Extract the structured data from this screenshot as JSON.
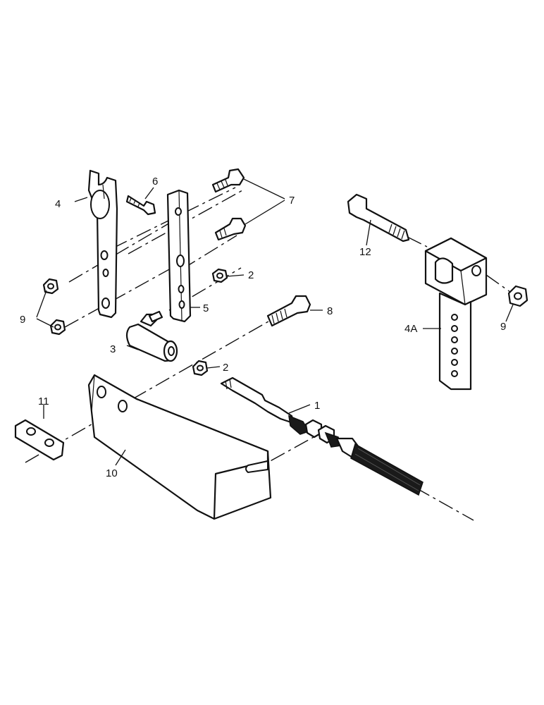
{
  "callouts": {
    "c1": "1",
    "c2a": "2",
    "c2b": "2",
    "c3": "3",
    "c4": "4",
    "c4a": "4A",
    "c5": "5",
    "c6": "6",
    "c7": "7",
    "c8": "8",
    "c9a": "9",
    "c9b": "9",
    "c10": "10",
    "c11": "11",
    "c12": "12"
  }
}
